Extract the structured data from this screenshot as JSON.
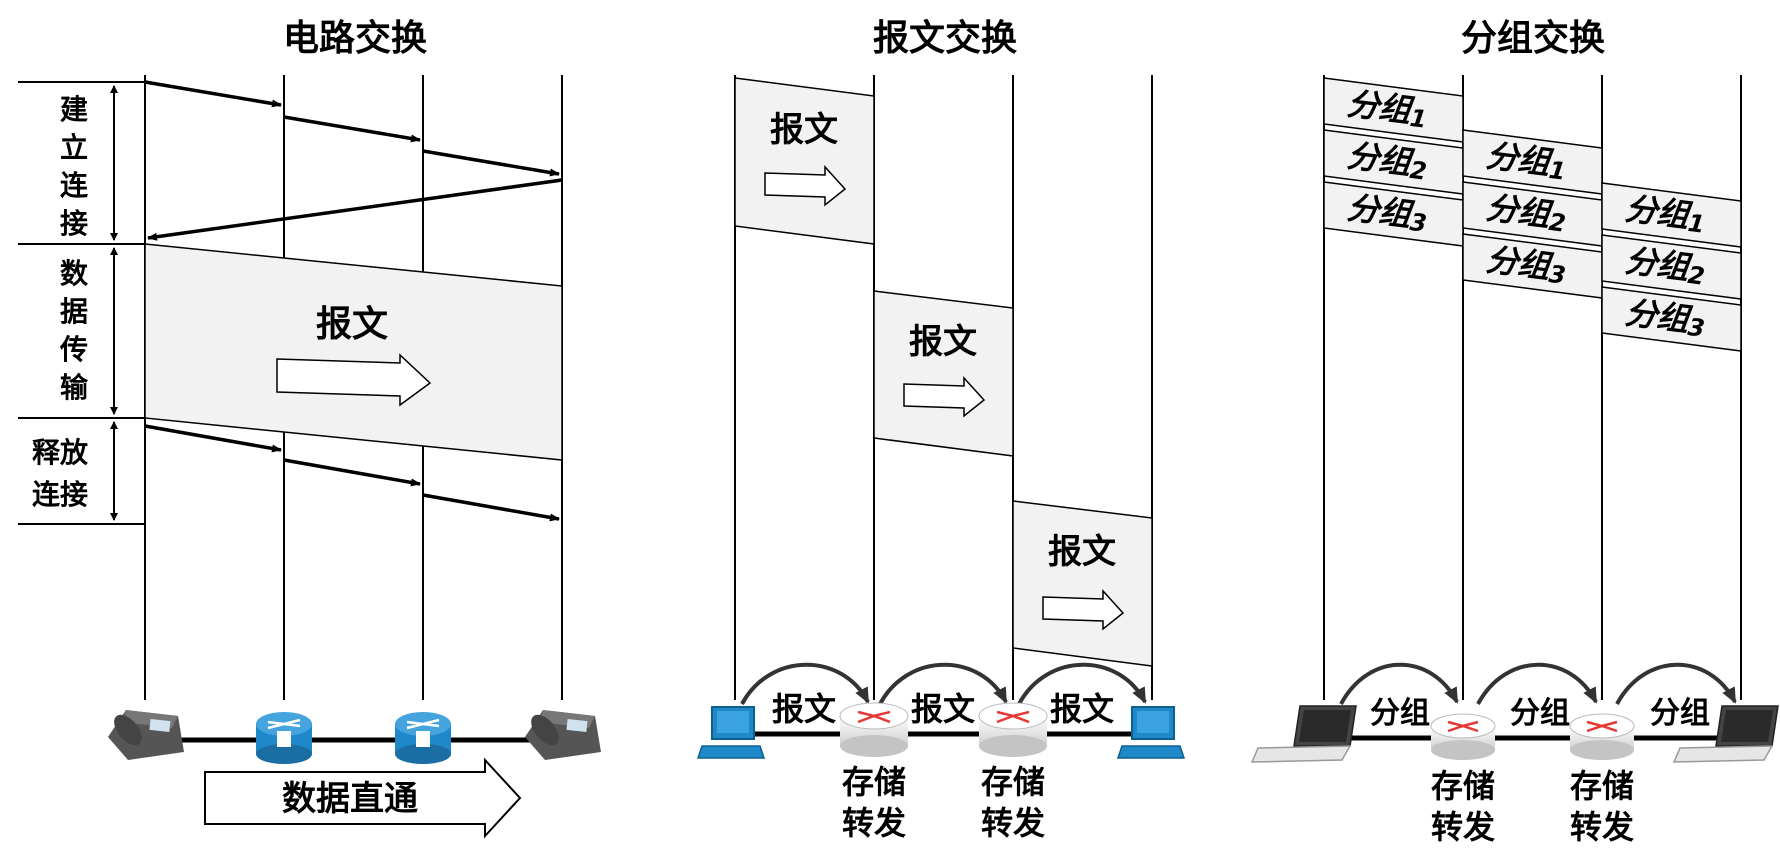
{
  "circuit": {
    "title": "电路交换",
    "phase_setup": [
      "建",
      "立",
      "连",
      "接"
    ],
    "phase_transfer": [
      "数",
      "据",
      "传",
      "输"
    ],
    "phase_release": [
      "释放",
      "连接"
    ],
    "message": "报文",
    "direct": "数据直通"
  },
  "message_switching": {
    "title": "报文交换",
    "messages": [
      "报文",
      "报文",
      "报文"
    ],
    "link_labels": [
      "报文",
      "报文",
      "报文"
    ],
    "store_forward": [
      [
        "存储",
        "转发"
      ],
      [
        "存储",
        "转发"
      ]
    ]
  },
  "packet_switching": {
    "title": "分组交换",
    "packet_word": "分组",
    "packets": [
      {
        "node": 0,
        "num": "1"
      },
      {
        "node": 0,
        "num": "2"
      },
      {
        "node": 0,
        "num": "3"
      },
      {
        "node": 1,
        "num": "1"
      },
      {
        "node": 1,
        "num": "2"
      },
      {
        "node": 1,
        "num": "3"
      },
      {
        "node": 2,
        "num": "1"
      },
      {
        "node": 2,
        "num": "2"
      },
      {
        "node": 2,
        "num": "3"
      }
    ],
    "link_labels": [
      "分组",
      "分组",
      "分组"
    ],
    "store_forward": [
      [
        "存储",
        "转发"
      ],
      [
        "存储",
        "转发"
      ]
    ]
  },
  "icons": [
    "phone-icon",
    "switch-icon",
    "computer-icon",
    "router-icon",
    "laptop-icon"
  ],
  "colors": {
    "box_fill": "#f2f2f2",
    "device_blue": "#1e88c8",
    "router_arrow": "#e53935"
  }
}
